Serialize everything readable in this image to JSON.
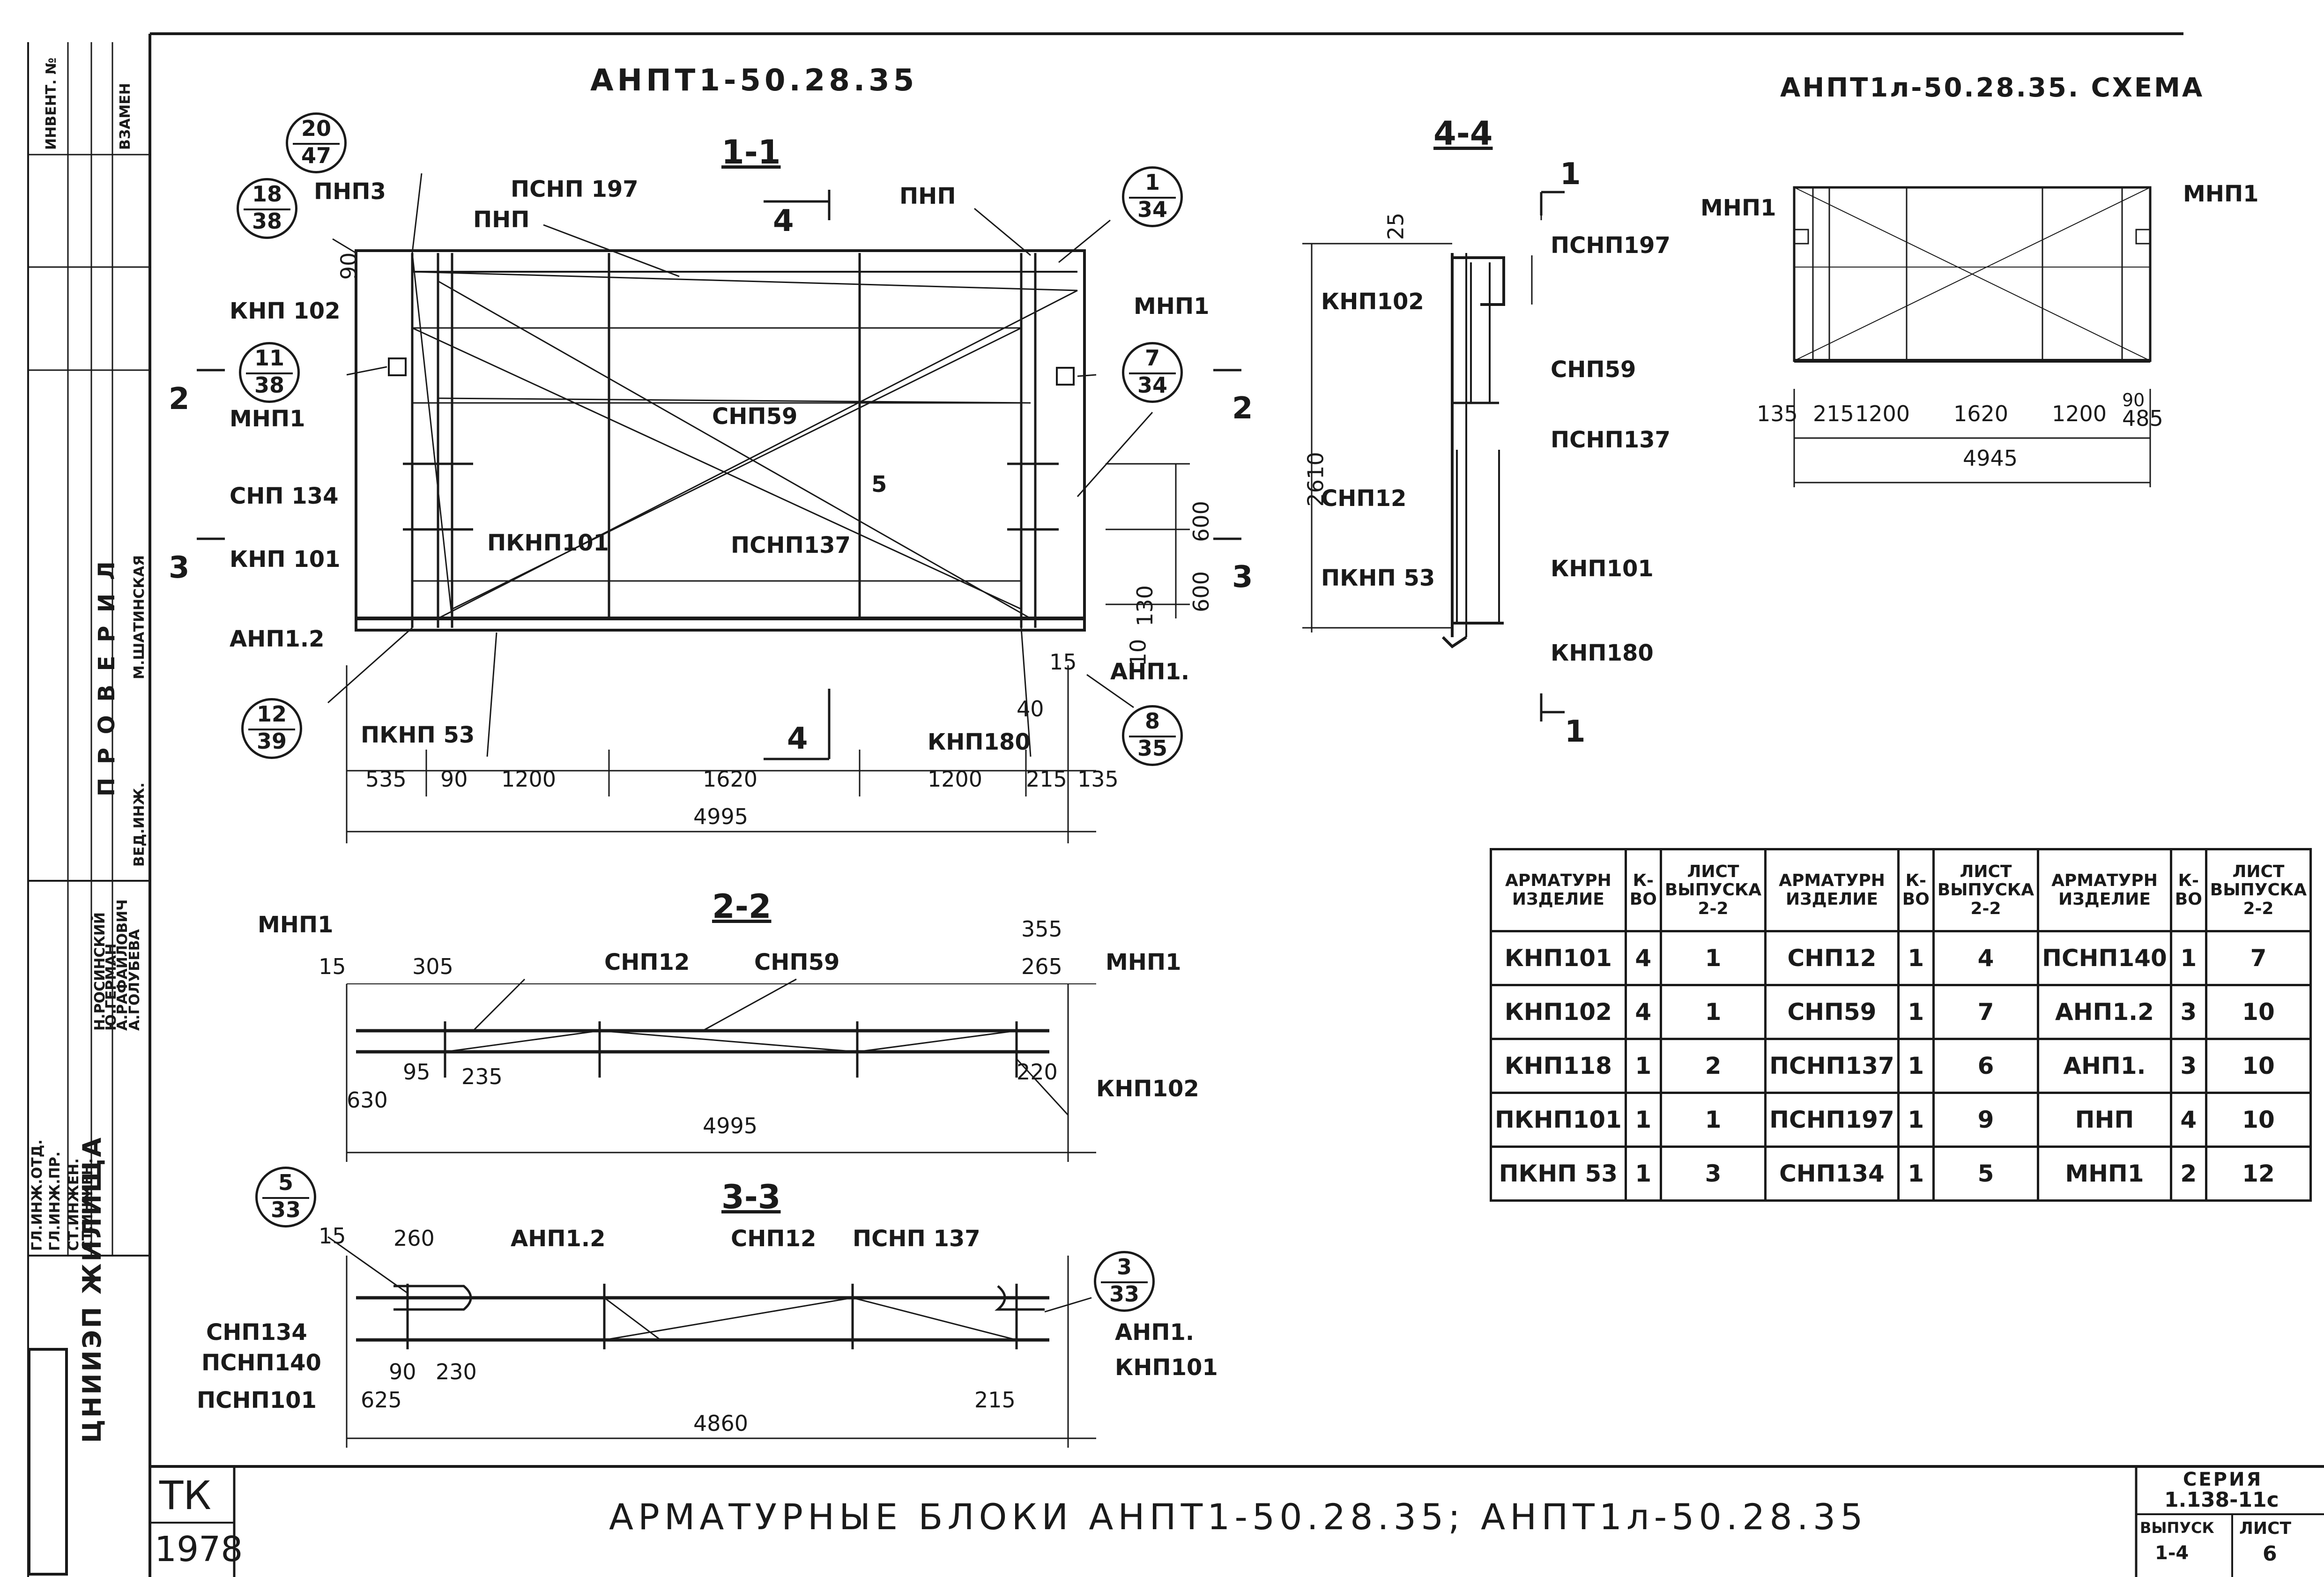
{
  "drawing": {
    "title_main": "АНПТ1-50.28.35",
    "title_schema": "АНПТ1л-50.28.35. СХЕМА",
    "sheet_title": "АРМАТУРНЫЕ БЛОКИ АНПТ1-50.28.35; АНПТ1л-50.28.35",
    "org_code": "ТК",
    "org_year": "1978",
    "org_name": "ЦНИИЭП ЖИЛИЩА",
    "series_label": "СЕРИЯ",
    "series_value": "1.138-11с",
    "issue_label": "ВЫПУСК",
    "issue_value": "1-4",
    "sheet_label": "ЛИСТ",
    "sheet_value": "6"
  },
  "stamp": {
    "invent": "ИНВЕНТ. №",
    "vzamen": "ВЗАМЕН",
    "checked": "П Р О В Е Р И Л",
    "rows": [
      {
        "role": "ГЛ.ИНЖ.ОТД.",
        "name": "Н.РОСИНСКИЙ"
      },
      {
        "role": "ГЛ.ИНЖ.ПР.",
        "name": "Ю.ГЕРМАН"
      },
      {
        "role": "СТ.ИНЖЕН.",
        "name": "А.РАФАЙЛОВИЧ"
      },
      {
        "role": "СТ.ИНЖЕН.",
        "name": "А.ГОЛУБЕВА"
      },
      {
        "role": "ВЕД.ИНЖ.",
        "name": "М.ШАТИНСКАЯ"
      }
    ]
  },
  "section_1_1": {
    "title": "1-1",
    "labels": [
      "ПНП3",
      "ПСНП 197",
      "ПНП",
      "ПНП",
      "КНП 102",
      "МНП1",
      "МНП1",
      "СНП59",
      "СНП 134",
      "КНП 101",
      "ПКНП101",
      "ПСНП137",
      "АНП1.2",
      "ПКНП 53",
      "КНП180",
      "АНП1."
    ],
    "circles": [
      {
        "top": "20",
        "bottom": "47"
      },
      {
        "top": "18",
        "bottom": "38"
      },
      {
        "top": "1",
        "bottom": "34"
      },
      {
        "top": "11",
        "bottom": "38"
      },
      {
        "top": "7",
        "bottom": "34"
      },
      {
        "top": "12",
        "bottom": "39"
      },
      {
        "top": "8",
        "bottom": "35"
      }
    ],
    "cut_marks": [
      "4",
      "4",
      "2",
      "2",
      "3",
      "3",
      "5"
    ],
    "dims_bottom": [
      "535",
      "90",
      "1200",
      "1620",
      "1200",
      "215",
      "135"
    ],
    "total": "4995",
    "dims_right": [
      "600",
      "600",
      "130",
      "10",
      "15",
      "40"
    ],
    "dim_top_left": "90"
  },
  "section_4_4": {
    "title": "4-4",
    "labels": [
      "ПСНП197",
      "КНП102",
      "СНП59",
      "ПСНП137",
      "СНП12",
      "КНП101",
      "ПКНП 53",
      "КНП180"
    ],
    "dims": [
      "25",
      "2610"
    ],
    "cut_marks": [
      "1",
      "1"
    ]
  },
  "schema": {
    "labels": [
      "МНП1",
      "МНП1"
    ],
    "dims": [
      "135",
      "215",
      "1200",
      "1620",
      "1200",
      "90",
      "485"
    ],
    "total": "4945"
  },
  "section_2_2": {
    "title": "2-2",
    "labels": [
      "МНП1",
      "СНП12",
      "СНП59",
      "МНП1",
      "КНП102"
    ],
    "dims": [
      "15",
      "305",
      "355",
      "265",
      "95",
      "235",
      "630",
      "220"
    ],
    "total": "4995"
  },
  "section_3_3": {
    "title": "3-3",
    "labels": [
      "АНП1.2",
      "СНП12",
      "ПСНП 137",
      "СНП134",
      "ПСНП140",
      "ПСНП101",
      "АНП1.",
      "КНП101"
    ],
    "circles": [
      {
        "top": "5",
        "bottom": "33"
      },
      {
        "top": "3",
        "bottom": "33"
      }
    ],
    "dims": [
      "15",
      "260",
      "90",
      "230",
      "625",
      "215"
    ],
    "total": "4860"
  },
  "spec_table": {
    "headers": [
      "АРМАТУРН ИЗДЕЛИЕ",
      "К-ВО",
      "ЛИСТ ВЫПУСКА 2-2",
      "АРМАТУРН ИЗДЕЛИЕ",
      "К-ВО",
      "ЛИСТ ВЫПУСКА 2-2",
      "АРМАТУРН ИЗДЕЛИЕ",
      "К-ВО",
      "ЛИСТ ВЫПУСКА 2-2"
    ],
    "rows": [
      [
        "КНП101",
        "4",
        "1",
        "СНП12",
        "1",
        "4",
        "ПСНП140",
        "1",
        "7"
      ],
      [
        "КНП102",
        "4",
        "1",
        "СНП59",
        "1",
        "7",
        "АНП1.2",
        "3",
        "10"
      ],
      [
        "КНП118",
        "1",
        "2",
        "ПСНП137",
        "1",
        "6",
        "АНП1.",
        "3",
        "10"
      ],
      [
        "ПКНП101",
        "1",
        "1",
        "ПСНП197",
        "1",
        "9",
        "ПНП",
        "4",
        "10"
      ],
      [
        "ПКНП 53",
        "1",
        "3",
        "СНП134",
        "1",
        "5",
        "МНП1",
        "2",
        "12"
      ]
    ]
  }
}
